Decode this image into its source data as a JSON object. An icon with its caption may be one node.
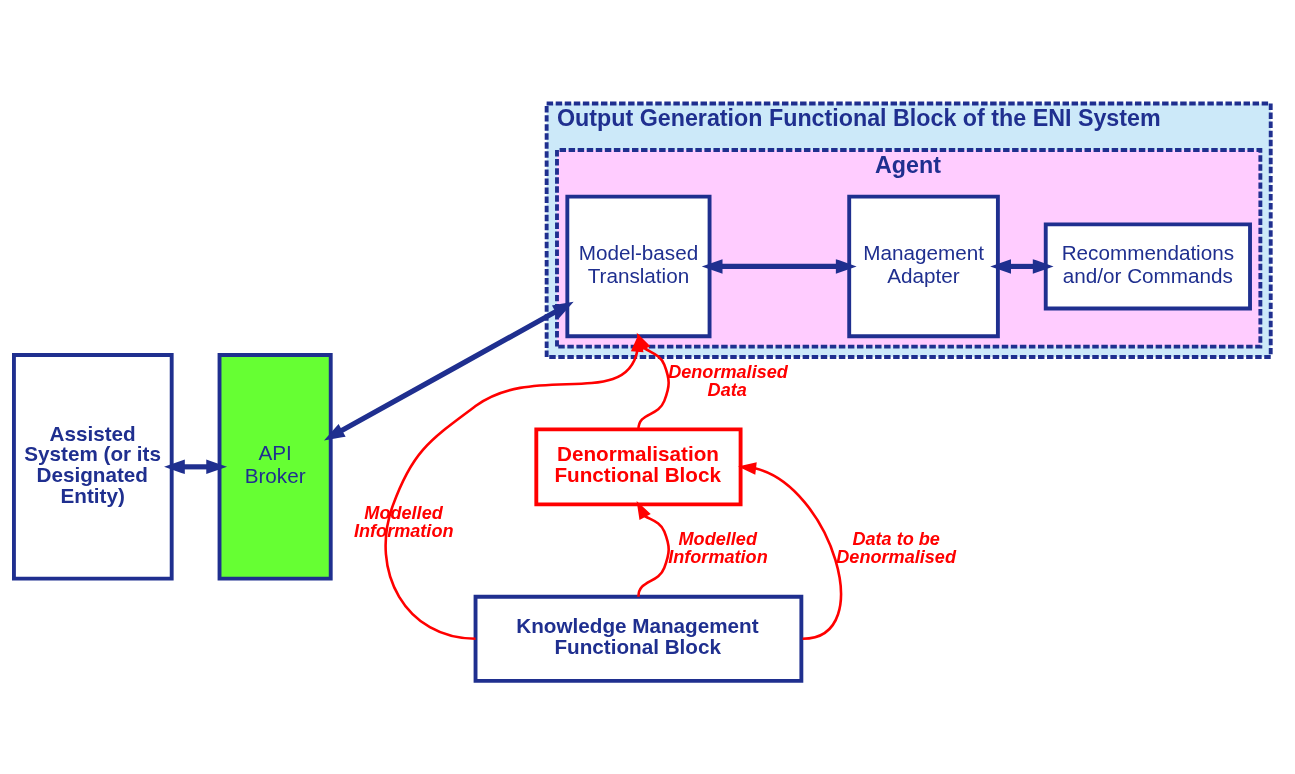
{
  "diagram": {
    "nodes": [
      {
        "text": [
          "Assisted System (or its Designated Entity)"
        ]
      },
      {
        "text": [
          "API Broker"
        ]
      },
      {
        "text": [
          "Output Generation Functional Block of the ENI System"
        ]
      },
      {
        "text": [
          "Agent"
        ],
        "in": 2
      },
      {
        "text": [
          "Model-based Translation"
        ],
        "in": 3
      },
      {
        "text": [
          "Management Adapter"
        ],
        "in": 3
      },
      {
        "text": [
          "Recommendations and/or Commands"
        ],
        "in": 3
      },
      {
        "text": [
          "Denormalisation Functional Block"
        ]
      },
      {
        "text": [
          "Knowledge Management Functional Block"
        ]
      }
    ],
    "edges": [
      {
        "from": 0,
        "to": 1,
        "arrow": "both",
        "style": "thick",
        "color": "#1f2f8f"
      },
      {
        "from": 1,
        "to": 4,
        "arrow": "both",
        "style": "thick",
        "color": "#1f2f8f"
      },
      {
        "from": 4,
        "to": 5,
        "arrow": "both",
        "style": "thick",
        "color": "#1f2f8f"
      },
      {
        "from": 5,
        "to": 6,
        "arrow": "both",
        "style": "thick",
        "color": "#1f2f8f"
      },
      {
        "from": 7,
        "to": 4,
        "arrow": "to",
        "label": "Denormalised Data",
        "color": "#ff0000"
      },
      {
        "from": 8,
        "to": 4,
        "arrow": "to",
        "label": "Modelled Information",
        "color": "#ff0000"
      },
      {
        "from": 8,
        "to": 7,
        "arrow": "to",
        "label": "Modelled Information",
        "color": "#ff0000"
      },
      {
        "from": 8,
        "to": 7,
        "arrow": "to",
        "label": "Data to be Denormalised",
        "color": "#ff0000"
      }
    ]
  }
}
